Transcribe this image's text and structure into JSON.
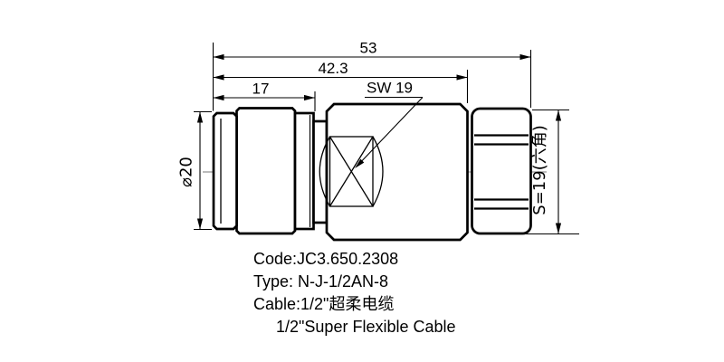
{
  "page": {
    "background": "#ffffff",
    "line_color": "#000000",
    "centerline_color": "#777777"
  },
  "drawing": {
    "dimensions": {
      "overall_length": "53",
      "to_hex_length": "42.3",
      "knurl_length": "17",
      "wrench_flat": "SW 19",
      "diameter": "⌀20",
      "hex_across_flats": "S=19(六角)"
    },
    "notes": {
      "code": "Code:JC3.650.2308",
      "type": "Type: N-J-1/2AN-8",
      "cable_cn": "Cable:1/2\"超柔电缆",
      "cable_en": "1/2\"Super Flexible Cable"
    }
  }
}
